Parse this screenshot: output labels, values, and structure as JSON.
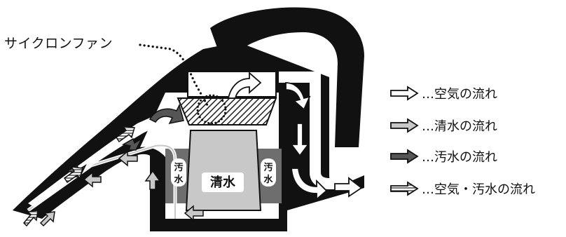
{
  "callout": {
    "label": "サイクロンファン"
  },
  "tank_labels": {
    "clean_water": "清水",
    "dirty_left": [
      "汚",
      "水"
    ],
    "dirty_right": [
      "汚",
      "水"
    ]
  },
  "legend": [
    {
      "icon": "arrow-outline-white-icon",
      "text": "…空気の流れ",
      "fill": "#ffffff"
    },
    {
      "icon": "arrow-light-gray-icon",
      "text": "…清水の流れ",
      "fill": "#c8c8c8"
    },
    {
      "icon": "arrow-dark-gray-icon",
      "text": "…汚水の流れ",
      "fill": "#555555"
    },
    {
      "icon": "arrow-striped-icon",
      "text": "…空気・汚水の流れ",
      "fill": "#bdbdbd"
    }
  ],
  "colors": {
    "body": "#111111",
    "clean_tank": "#c8c8c8",
    "dirty_tank": "#6e6e6e",
    "fan_hatch": "#222222"
  }
}
